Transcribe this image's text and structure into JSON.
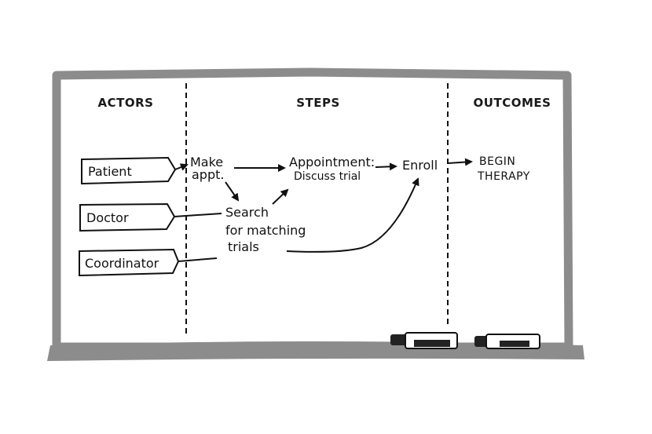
{
  "columns": {
    "actors": "ACTORS",
    "steps": "STEPS",
    "outcomes": "OUTCOMES"
  },
  "actors": [
    {
      "label": "Patient"
    },
    {
      "label": "Doctor"
    },
    {
      "label": "Coordinator"
    }
  ],
  "steps": {
    "make_appt": [
      "Make",
      "appt."
    ],
    "search": [
      "Search",
      "for matching",
      "trials"
    ],
    "appointment": [
      "Appointment:",
      "Discuss trial"
    ],
    "enroll": "Enroll"
  },
  "outcome": [
    "BEGIN",
    "THERAPY"
  ],
  "colors": {
    "frame": "#8c8c8c",
    "ink": "#111111",
    "board": "#ffffff"
  }
}
